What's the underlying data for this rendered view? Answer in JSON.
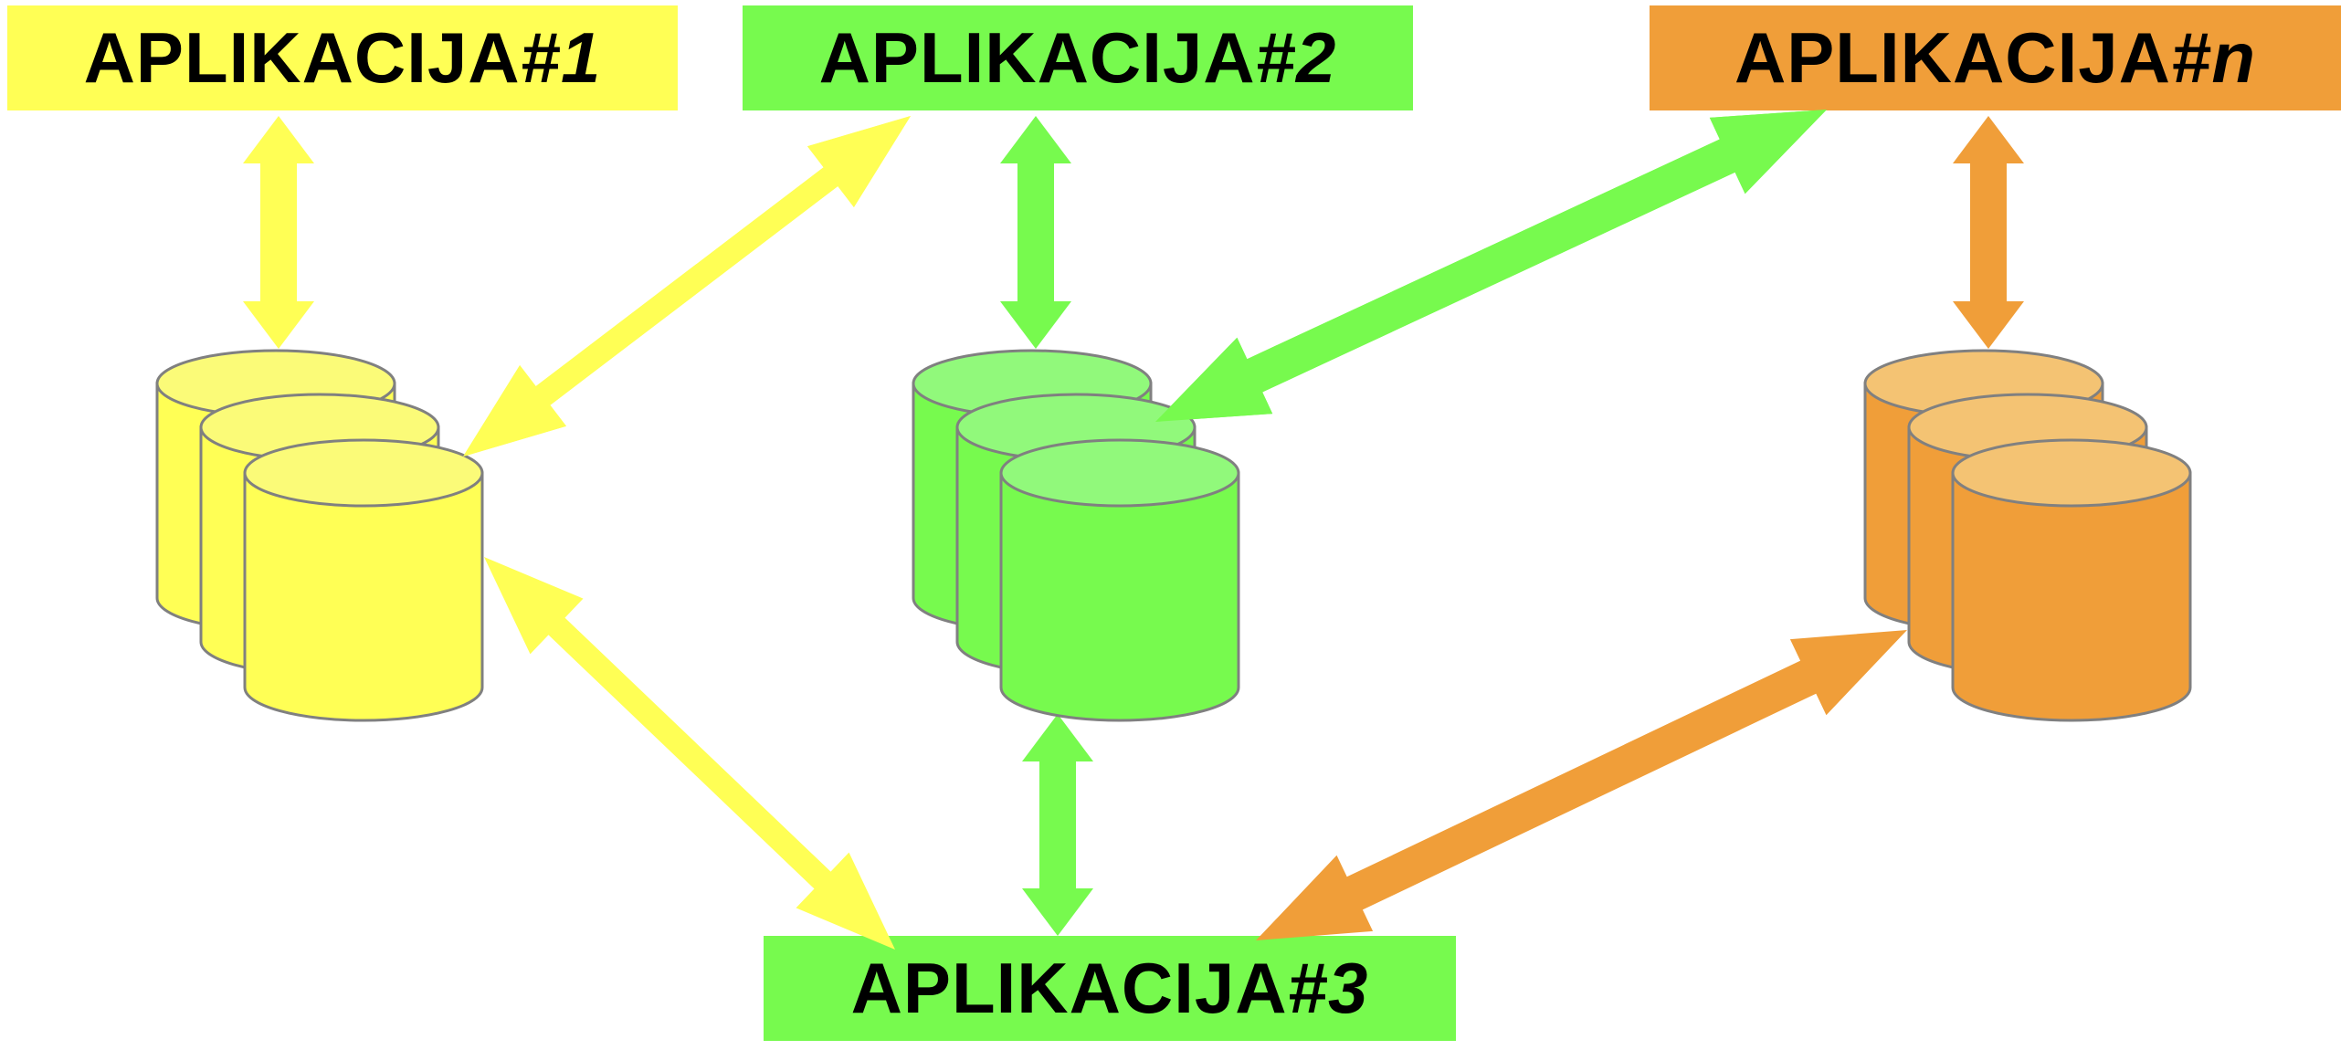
{
  "colors": {
    "yellow": "#FFFF55",
    "yellow_top": "#FBFB78",
    "green": "#77FA4E",
    "green_top": "#91F97B",
    "orange": "#F09E39",
    "orange_top": "#F4C373",
    "outline": "#808080"
  },
  "apps": {
    "app1": {
      "label": "APLIKACIJA ",
      "num": "#1",
      "color": "#FFFF55"
    },
    "app2": {
      "label": "APLIKACIJA ",
      "num": "#2",
      "color": "#77FA4E"
    },
    "appn": {
      "label": "APLIKACIJA ",
      "num": "#n",
      "color": "#F09E39"
    },
    "app3": {
      "label": "APLIKACIJA ",
      "num": "#3",
      "color": "#77FA4E"
    }
  },
  "databases": [
    {
      "name": "database-stack-1",
      "color": "yellow"
    },
    {
      "name": "database-stack-2",
      "color": "green"
    },
    {
      "name": "database-stack-n",
      "color": "orange"
    }
  ],
  "connections": [
    {
      "from": "app1",
      "to": "database-stack-1",
      "color": "yellow"
    },
    {
      "from": "app2",
      "to": "database-stack-1",
      "color": "yellow"
    },
    {
      "from": "app2",
      "to": "database-stack-2",
      "color": "green"
    },
    {
      "from": "appn",
      "to": "database-stack-2",
      "color": "green"
    },
    {
      "from": "appn",
      "to": "database-stack-n",
      "color": "orange"
    },
    {
      "from": "database-stack-1",
      "to": "app3",
      "color": "yellow"
    },
    {
      "from": "database-stack-2",
      "to": "app3",
      "color": "green"
    },
    {
      "from": "database-stack-n",
      "to": "app3",
      "color": "orange"
    }
  ]
}
